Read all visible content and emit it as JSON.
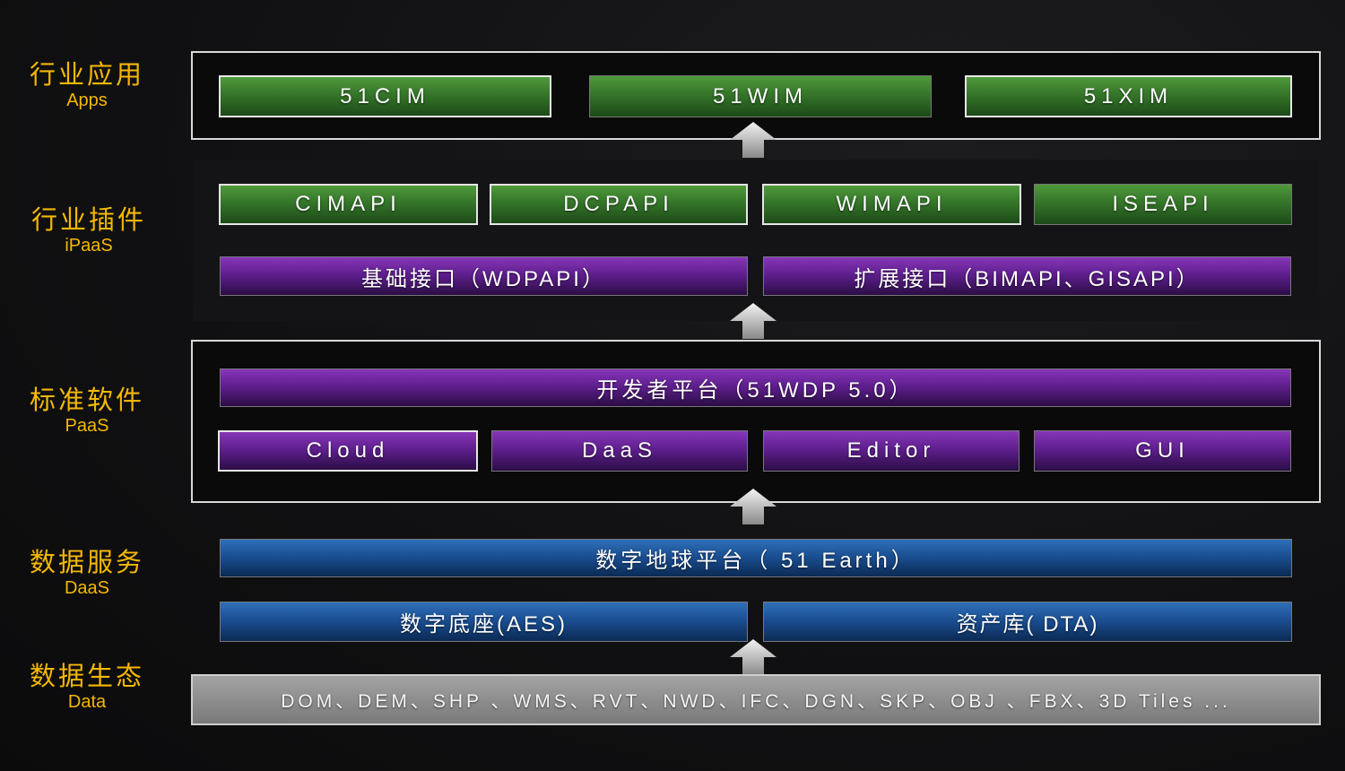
{
  "layers": [
    {
      "cn": "行业应用",
      "en": "Apps"
    },
    {
      "cn": "行业插件",
      "en": "iPaaS"
    },
    {
      "cn": "标准软件",
      "en": "PaaS"
    },
    {
      "cn": "数据服务",
      "en": "DaaS"
    },
    {
      "cn": "数据生态",
      "en": "Data"
    }
  ],
  "apps": [
    "51CIM",
    "51WIM",
    "51XIM"
  ],
  "ipaas": {
    "apis": [
      "CIMAPI",
      "DCPAPI",
      "WIMAPI",
      "ISEAPI"
    ],
    "base": "基础接口（WDPAPI）",
    "ext": "扩展接口（BIMAPI、GISAPI）"
  },
  "paas": {
    "platform": "开发者平台（51WDP 5.0）",
    "modules": [
      "Cloud",
      "DaaS",
      "Editor",
      "GUI"
    ]
  },
  "daas": {
    "earth": "数字地球平台（ 51 Earth）",
    "aes": "数字底座(AES)",
    "dta": "资产库( DTA)"
  },
  "data_formats": "DOM、DEM、SHP 、WMS、RVT、NWD、IFC、DGN、SKP、OBJ 、FBX、3D Tiles  ..."
}
